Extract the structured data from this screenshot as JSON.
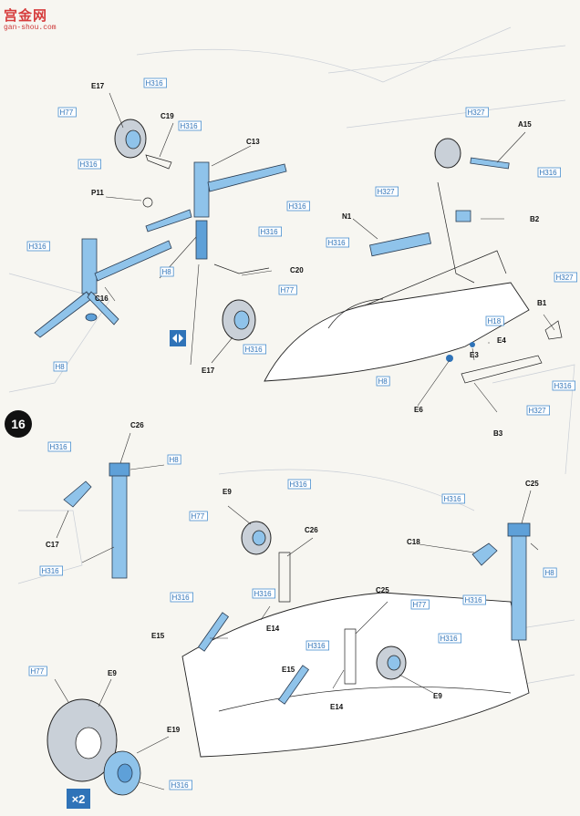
{
  "watermark": {
    "site_name": "宫金网",
    "site_url": "gan-shou.com"
  },
  "step": {
    "number": "16"
  },
  "parts": {
    "E17": "E17",
    "C19": "C19",
    "C13": "C13",
    "P11": "P11",
    "C16": "C16",
    "C20": "C20",
    "A15": "A15",
    "N1": "N1",
    "B2": "B2",
    "B1": "B1",
    "E4": "E4",
    "E3": "E3",
    "E6": "E6",
    "B3": "B3",
    "C26": "C26",
    "C17": "C17",
    "E9": "E9",
    "E15": "E15",
    "E14": "E14",
    "C25": "C25",
    "C18": "C18",
    "E19": "E19"
  },
  "paints": {
    "H316": "H316",
    "H77": "H77",
    "H8": "H8",
    "H327": "H327",
    "H18": "H18"
  },
  "multiplier": "×2",
  "colors": {
    "part_blue": "#8fc3ea",
    "paint_box": "#4a8fcf",
    "step_badge": "#111111"
  }
}
